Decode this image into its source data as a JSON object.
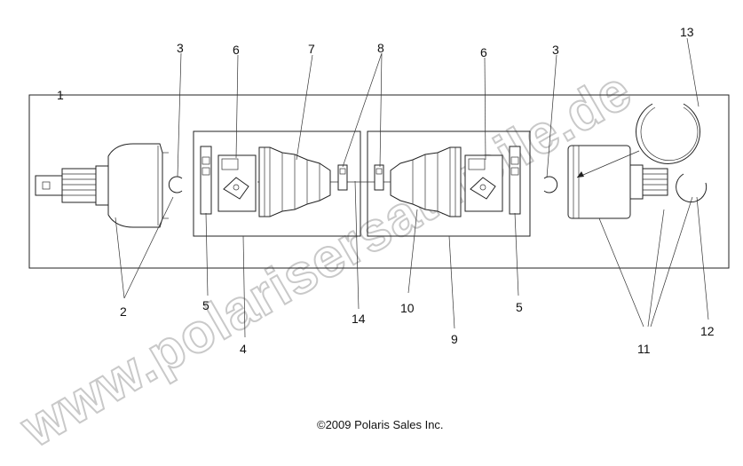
{
  "diagram": {
    "callouts": [
      "1",
      "2",
      "3",
      "3",
      "4",
      "5",
      "5",
      "6",
      "6",
      "7",
      "8",
      "9",
      "10",
      "11",
      "12",
      "13",
      "14"
    ],
    "copyright": "©2009 Polaris Sales Inc.",
    "watermark": "www.polarisersatzteile.de"
  }
}
